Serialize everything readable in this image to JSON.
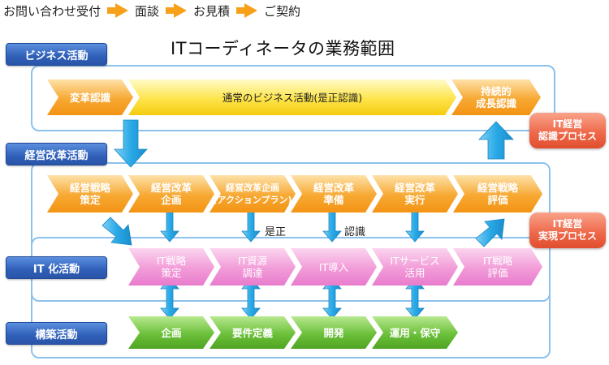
{
  "flow": [
    "お問い合わせ受付",
    "面談",
    "お見積",
    "ご契約"
  ],
  "title": "ITコーディネータの業務範囲",
  "labels": {
    "business": "ビジネス活動",
    "reform": "経営改革活動",
    "it": "IT 化活動",
    "build": "構築活動"
  },
  "row1": {
    "change": "変革認識",
    "normal": "通常のビジネス活動(是正認識)",
    "sustain": "持続的\n成長認識"
  },
  "row2": [
    "経営戦略\n策定",
    "経営改革\n企画",
    "経営改革企画\n(アクションプラン)",
    "経営改革\n準備",
    "経営改革\n実行",
    "経営戦略\n評価"
  ],
  "row3": [
    "IT戦略\n策定",
    "IT資源\n調達",
    "IT導入",
    "ITサービス\n活用",
    "IT戦略\n評価"
  ],
  "row4": [
    "企画",
    "要件定義",
    "開発",
    "運用・保守"
  ],
  "annotations": {
    "correct": "是正",
    "recognize": "認識"
  },
  "badges": {
    "recognition": "IT経営\n認識プロセス",
    "realization": "IT経営\n実現プロセス"
  },
  "colors": {
    "accent_arrow": "#29a9e6",
    "label_blue": "#2f5fb8",
    "frame": "#8cc2ec"
  }
}
